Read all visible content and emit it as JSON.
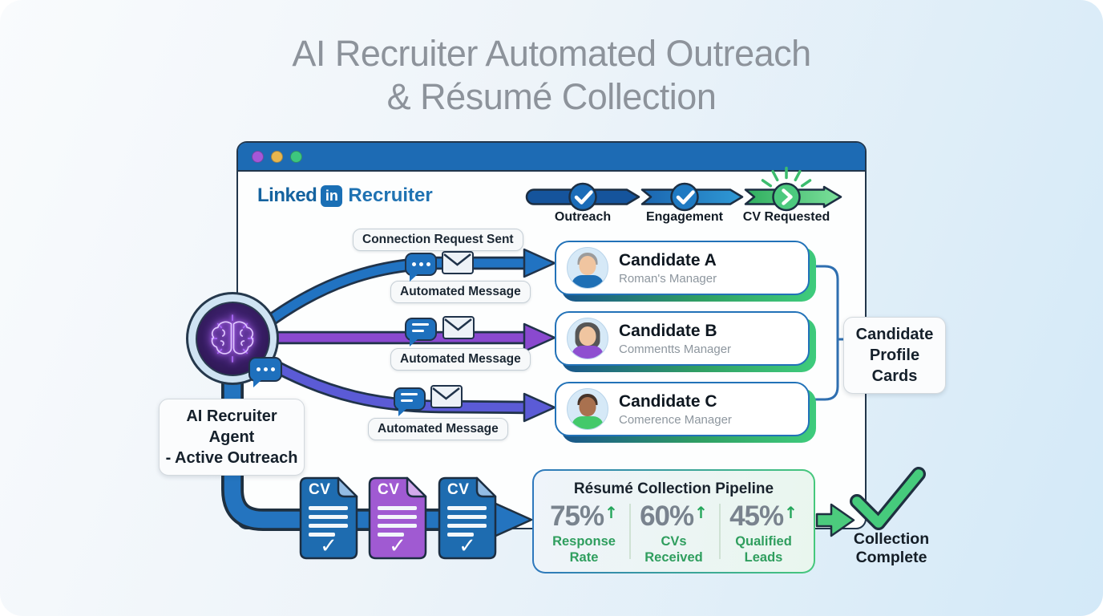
{
  "page": {
    "title_line1": "AI Recruiter Automated Outreach",
    "title_line2": "& Résumé Collection"
  },
  "window": {
    "logo": {
      "linked": "Linked",
      "in_badge": "in",
      "product": "Recruiter"
    }
  },
  "progress": {
    "steps": [
      {
        "label": "Outreach",
        "icon": "check-icon",
        "state": "done"
      },
      {
        "label": "Engagement",
        "icon": "check-icon",
        "state": "done"
      },
      {
        "label": "CV Requested",
        "icon": "chevron-right-icon",
        "state": "active"
      }
    ]
  },
  "agent": {
    "label_line1": "AI Recruiter Agent",
    "label_line2": "- Active Outreach",
    "icon": "brain-icon"
  },
  "messages": {
    "connection_request": "Connection Request Sent",
    "automated": "Automated Message"
  },
  "candidates": [
    {
      "name": "Candidate A",
      "role": "Roman's Manager"
    },
    {
      "name": "Candidate B",
      "role": "Commentts Manager"
    },
    {
      "name": "Candidate C",
      "role": "Comerence Manager"
    }
  ],
  "profile_cards_label": {
    "line1": "Candidate",
    "line2": "Profile Cards"
  },
  "cv": {
    "label": "CV",
    "check": "✓"
  },
  "pipeline": {
    "title": "Résumé Collection Pipeline",
    "stats": [
      {
        "value": "75%",
        "trend": "↑",
        "label_line1": "Response",
        "label_line2": "Rate"
      },
      {
        "value": "60%",
        "trend": "↑",
        "label_line1": "CVs",
        "label_line2": "Received"
      },
      {
        "value": "45%",
        "trend": "↑",
        "label_line1": "Qualified",
        "label_line2": "Leads"
      }
    ]
  },
  "completion": {
    "line1": "Collection",
    "line2": "Complete"
  },
  "icons": {
    "check": "✓",
    "trend_up": "↑",
    "chat_dots": "•••"
  },
  "colors": {
    "titlebar_blue": "#1d6bb4",
    "linkedin_blue": "#1a6fb5",
    "arrow_blue": "#2173c2",
    "arrow_purple": "#8a49cf",
    "arrow_indigo": "#5b5bd6",
    "pipe_blue": "#2474bf",
    "success_green": "#46cb7c",
    "cv_purple": "#a05ad2",
    "stat_gray": "#79838e",
    "stat_green": "#2f9e5e",
    "title_gray": "#8d939b",
    "outline_dark": "#20334a",
    "traffic_purple": "#a557d8",
    "traffic_yellow": "#e8b64e",
    "traffic_green": "#3dc77e"
  }
}
